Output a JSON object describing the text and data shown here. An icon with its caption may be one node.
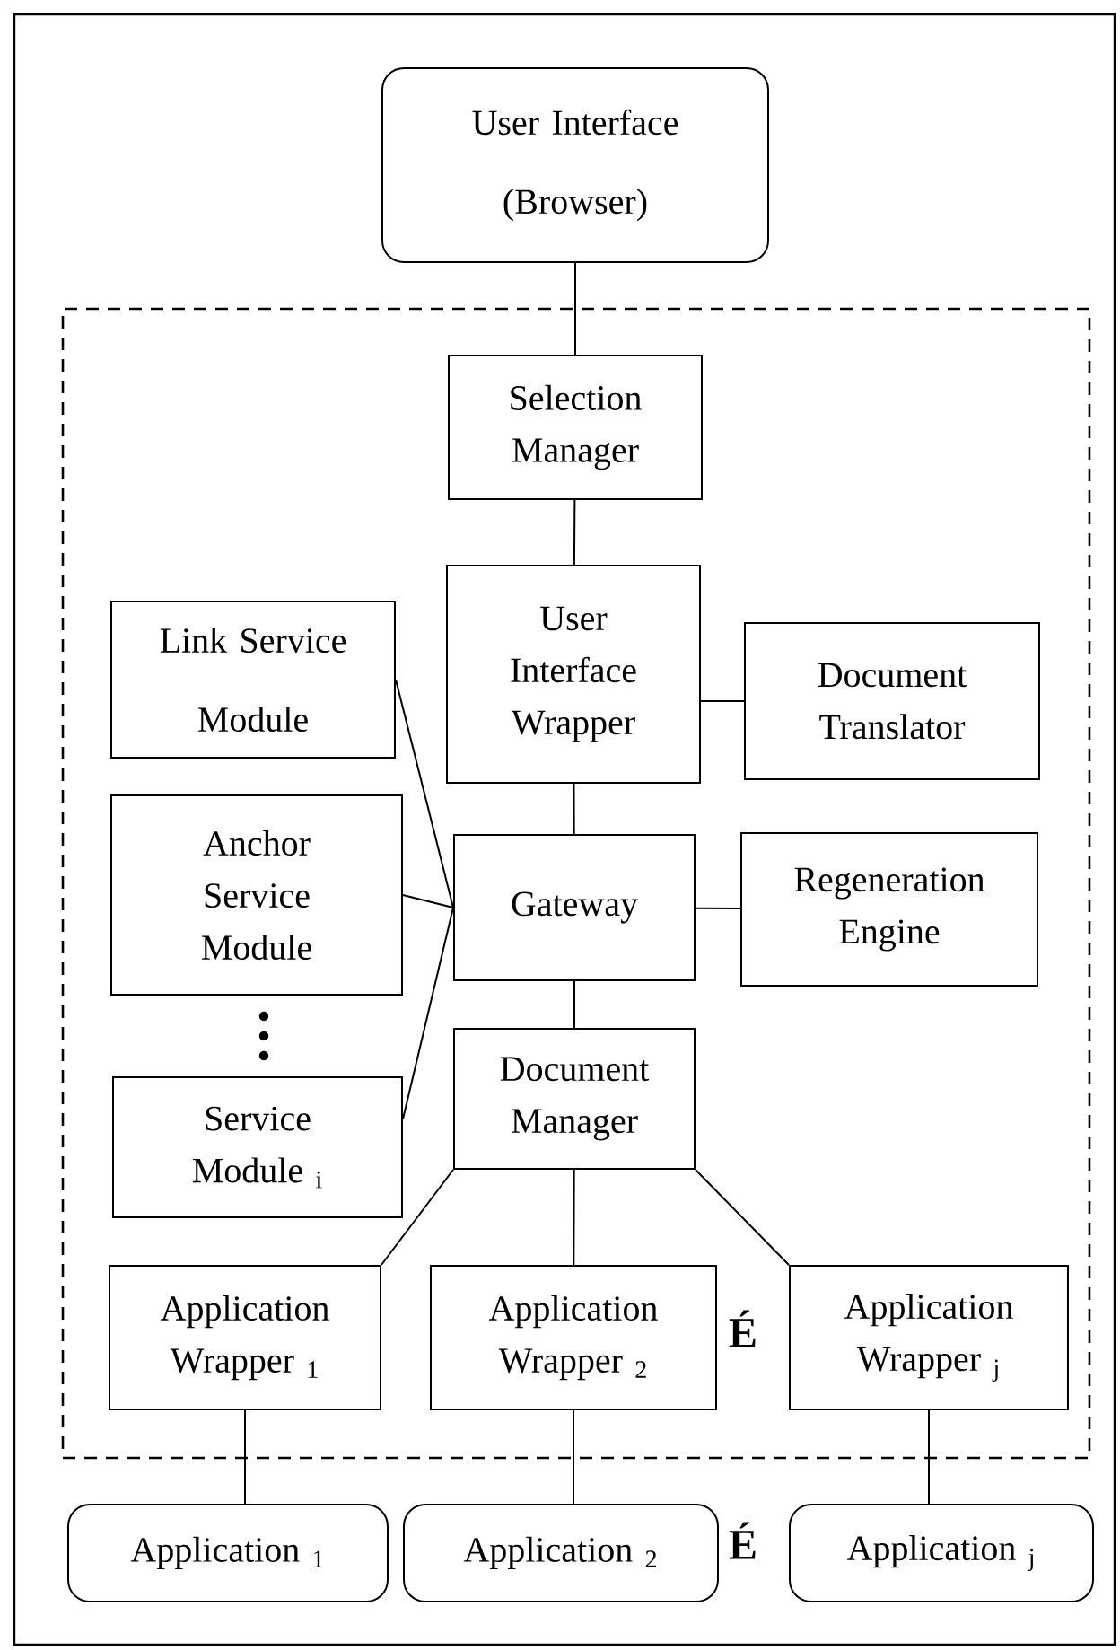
{
  "diagram": {
    "nodes": [
      {
        "text": [
          "User Interface (Browser)"
        ]
      },
      {
        "text": [],
        "shape": "box"
      },
      {
        "text": [
          "Selection Manager"
        ],
        "in": 1
      },
      {
        "text": [
          "User Interface Wrapper"
        ],
        "in": 1
      },
      {
        "text": [
          "Document Translator"
        ],
        "in": 1
      },
      {
        "text": [
          "Link Service Module"
        ],
        "in": 1
      },
      {
        "text": [
          "Anchor Service Module"
        ],
        "in": 1
      },
      {
        "text": [
          "Gateway"
        ],
        "in": 1
      },
      {
        "text": [
          "Regeneration Engine"
        ],
        "in": 1
      },
      {
        "text": [
          "Service Module $_{i}$"
        ],
        "in": 1
      },
      {
        "text": [
          "Document Manager"
        ],
        "in": 1
      },
      {
        "text": [
          "Application Wrapper $_{1}$"
        ],
        "in": 1
      },
      {
        "text": [
          "Application Wrapper $_{2}$"
        ],
        "in": 1
      },
      {
        "text": [
          "Application Wrapper $_{j}$"
        ],
        "in": 1
      },
      {
        "text": [
          "Application $_{1}$"
        ]
      },
      {
        "text": [
          "Application $_{2}$"
        ]
      },
      {
        "text": [
          "Application $_{j}$"
        ]
      }
    ],
    "edges": [
      {
        "from": 0,
        "to": 2,
        "arrow": "none"
      },
      {
        "from": 2,
        "to": 3,
        "arrow": "none"
      },
      {
        "from": 3,
        "to": 4,
        "arrow": "none"
      },
      {
        "from": 3,
        "to": 7,
        "arrow": "none"
      },
      {
        "from": 5,
        "to": 7,
        "arrow": "none"
      },
      {
        "from": 6,
        "to": 7,
        "arrow": "none"
      },
      {
        "from": 9,
        "to": 7,
        "arrow": "none"
      },
      {
        "from": 7,
        "to": 8,
        "arrow": "none"
      },
      {
        "from": 7,
        "to": 10,
        "arrow": "none"
      },
      {
        "from": 10,
        "to": 11,
        "arrow": "none"
      },
      {
        "from": 10,
        "to": 12,
        "arrow": "none"
      },
      {
        "from": 10,
        "to": 13,
        "arrow": "none"
      },
      {
        "from": 11,
        "to": 14,
        "arrow": "none"
      },
      {
        "from": 12,
        "to": 15,
        "arrow": "none"
      },
      {
        "from": 13,
        "to": 16,
        "arrow": "none"
      }
    ],
    "labels": [
      "É",
      "É"
    ]
  }
}
